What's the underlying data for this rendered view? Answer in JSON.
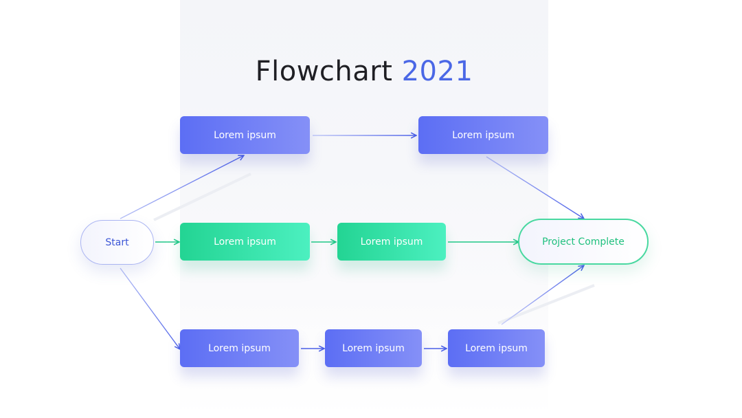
{
  "title": {
    "main": "Flowchart",
    "year": "2021"
  },
  "colors": {
    "blue_start": "#5c6ef4",
    "blue_end": "#8590f7",
    "green_start": "#23d493",
    "green_end": "#4cf0c0",
    "title_accent": "#4a67e6"
  },
  "start": {
    "label": "Start"
  },
  "end": {
    "label": "Project Complete"
  },
  "top_row": [
    {
      "label": "Lorem ipsum"
    },
    {
      "label": "Lorem ipsum"
    }
  ],
  "middle_row": [
    {
      "label": "Lorem ipsum"
    },
    {
      "label": "Lorem ipsum"
    }
  ],
  "bottom_row": [
    {
      "label": "Lorem ipsum"
    },
    {
      "label": "Lorem ipsum"
    },
    {
      "label": "Lorem ipsum"
    }
  ]
}
